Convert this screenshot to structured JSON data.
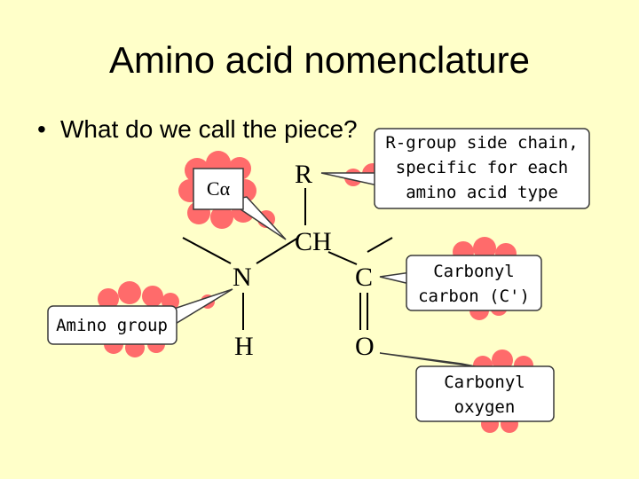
{
  "slide": {
    "title": "Amino acid nomenclature",
    "bullet": "What do we call the piece?",
    "bullet_marker": "•"
  },
  "molecule": {
    "r": "R",
    "ch": "CH",
    "n": "N",
    "h": "H",
    "c": "C",
    "o": "O"
  },
  "callouts": {
    "calpha": "Cα",
    "rgroup": [
      "R-group side chain,",
      "specific for each",
      "amino acid type"
    ],
    "amino": "Amino group",
    "carbonyl_carbon": [
      "Carbonyl",
      "carbon (C')"
    ],
    "carbonyl_oxygen": [
      "Carbonyl",
      "oxygen"
    ]
  },
  "colors": {
    "background": "#ffffc9",
    "blob": "#ff6b6b",
    "callout_fill": "#ffffff",
    "callout_border": "#3a3a3a"
  }
}
